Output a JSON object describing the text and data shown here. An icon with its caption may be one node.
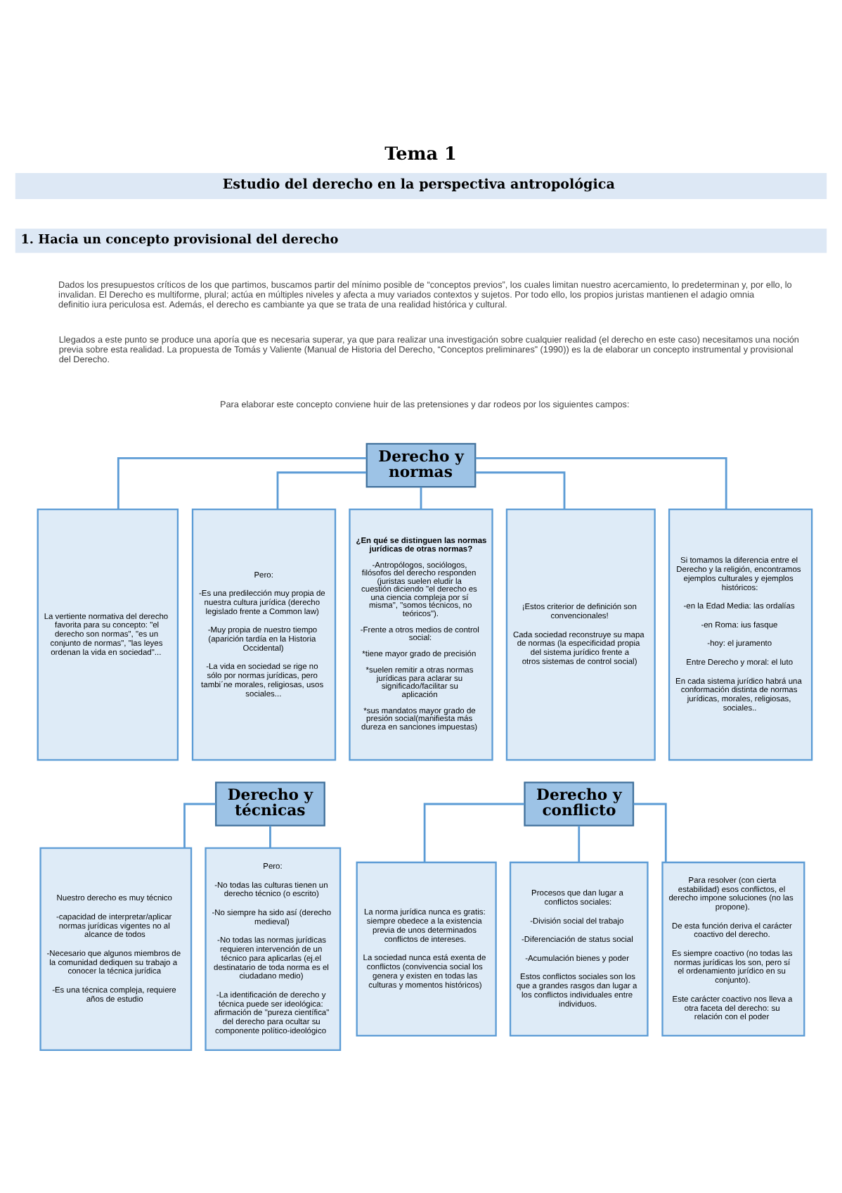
{
  "diagram": {
    "title": "Tema 1",
    "nodes": [
      {
        "text": [
          "Derecho y normas"
        ]
      },
      {
        "text": [
          "La vertiente normativa del derecho favorita para su concepto: \"el derecho son normas\", \"es un conjunto de normas\", \"las leyes ordenan la vida en sociedad\"..."
        ]
      },
      {
        "text": [
          "Pero:",
          "-Es una predilección muy propia de nuestra cultura jurídica (derecho legislado frente a Common law)",
          "-Muy propia de nuestro tiempo (aparición tardía en la Historia Occidental)",
          "-La vida en sociedad se rige no sólo por normas jurídicas, pero tambi´ne morales, religiosas, usos sociales..."
        ]
      },
      {
        "text": [
          "¿En qué se distinguen las normas jurídicas de otras normas?",
          "-Antropólogos, sociólogos, filósofos del derecho responden (juristas suelen eludir la cuestión diciendo \"el derecho es una ciencia compleja por sí misma\", \"somos técnicos, no teóricos\").",
          "-Frente a otros medios de control social:",
          "*tiene mayor grado de precisión",
          "*suelen remitir a otras normas jurídicas para aclarar su significado/facilitar su aplicación",
          "*sus mandatos mayor grado de presión social(manifiesta más dureza en sanciones impuestas)"
        ]
      },
      {
        "text": [
          "¡Estos criterior de definición son convencionales!",
          "Cada sociedad reconstruye su mapa de normas (la especificidad propia del sistema jurídico frente a otros sistemas de control social)"
        ]
      },
      {
        "text": [
          "Si tomamos la diferencia entre el Derecho y la religión, encontramos ejemplos culturales y ejemplos históricos:",
          "-en la Edad Media: las ordalías",
          "-en Roma: ius fasque",
          "-hoy: el juramento",
          "Entre Derecho y moral: el luto",
          "En cada sistema jurídico habrá una conformación distinta de normas jurídicas, morales, religiosas, sociales.."
        ]
      },
      {
        "text": [
          "Derecho y técnicas"
        ]
      },
      {
        "text": [
          "Nuestro derecho es muy técnico",
          "-capacidad de interpretar/aplicar normas jurídicas vigentes no al alcance de todos",
          "-Necesario que algunos miembros de la comunidad dediquen su trabajo a conocer la técnica jurídica",
          "-Es una técnica compleja, requiere años de estudio"
        ]
      },
      {
        "text": [
          "Pero:",
          "-No todas las culturas tienen un derecho técnico (o escrito)",
          "-No siempre ha sido así (derecho medieval)",
          "-No todas las normas jurídicas requieren intervención de un técnico para aplicarlas (ej.el destinatario de toda norma es el ciudadano medio)",
          "-La identificación de derecho y técnica puede ser ideológica: afirmación de \"pureza científica\" del derecho para ocultar su componente político-ideológico"
        ]
      },
      {
        "text": [
          "Derecho y conflicto"
        ]
      },
      {
        "text": [
          "La norma jurídica nunca es gratis: siempre obedece a la existencia previa de unos determinados conflictos de intereses.",
          "La sociedad nunca está exenta de conflictos (convivencia social los genera y existen en todas las culturas y momentos históricos)"
        ]
      },
      {
        "text": [
          "Procesos que dan lugar a conflictos sociales:",
          "-División social del trabajo",
          "-Diferenciación de status social",
          "-Acumulación bienes y poder",
          "Estos conflictos sociales son los que a grandes rasgos dan lugar a los conflictos individuales entre individuos."
        ]
      },
      {
        "text": [
          "Para resolver (con cierta estabilidad) esos conflictos, el derecho impone soluciones (no las propone).",
          "De esta función deriva el carácter coactivo del derecho.",
          "Es siempre coactivo (no todas las normas jurídicas los son, pero sí el ordenamiento jurídico en su conjunto).",
          "Este carácter coactivo nos lleva a otra faceta del derecho: su relación con el poder"
        ]
      }
    ],
    "edges": [
      {
        "from": 0,
        "to": 1,
        "arrow": "none"
      },
      {
        "from": 0,
        "to": 2,
        "arrow": "none"
      },
      {
        "from": 0,
        "to": 3,
        "arrow": "none"
      },
      {
        "from": 0,
        "to": 4,
        "arrow": "none"
      },
      {
        "from": 0,
        "to": 5,
        "arrow": "none"
      },
      {
        "from": 6,
        "to": 7,
        "arrow": "none"
      },
      {
        "from": 6,
        "to": 8,
        "arrow": "none"
      },
      {
        "from": 9,
        "to": 10,
        "arrow": "none"
      },
      {
        "from": 9,
        "to": 11,
        "arrow": "none"
      },
      {
        "from": 9,
        "to": 12,
        "arrow": "none"
      }
    ],
    "labels": [
      "Estudio del derecho en la perspectiva antropológica",
      "1. Hacia un concepto provisional del derecho",
      "Dados los presupuestos críticos de los que partimos, buscamos partir del mínimo posible de “conceptos previos”, los cuales limitan nuestro acercamiento, lo predeterminan y, por ello, lo invalidan. El Derecho es multiforme, plural; actúa en múltiples niveles y afecta a muy variados contextos y sujetos. Por todo ello, los propios juristas mantienen el adagio omnia definitio iura periculosa est. Además, el derecho es cambiante ya que se trata de una realidad histórica y cultural.",
      "Llegados a este punto se produce una aporía que es necesaria superar, ya que para realizar una investigación sobre cualquier realidad (el derecho en este caso) necesitamos una noción previa sobre esta realidad. La propuesta de Tomás y Valiente (Manual de Historia del Derecho, “Conceptos preliminares” (1990)) es la de elaborar un concepto instrumental y provisional del Derecho.",
      "Para elaborar este concepto conviene huir de las pretensiones y dar rodeos por los siguientes campos:"
    ]
  }
}
